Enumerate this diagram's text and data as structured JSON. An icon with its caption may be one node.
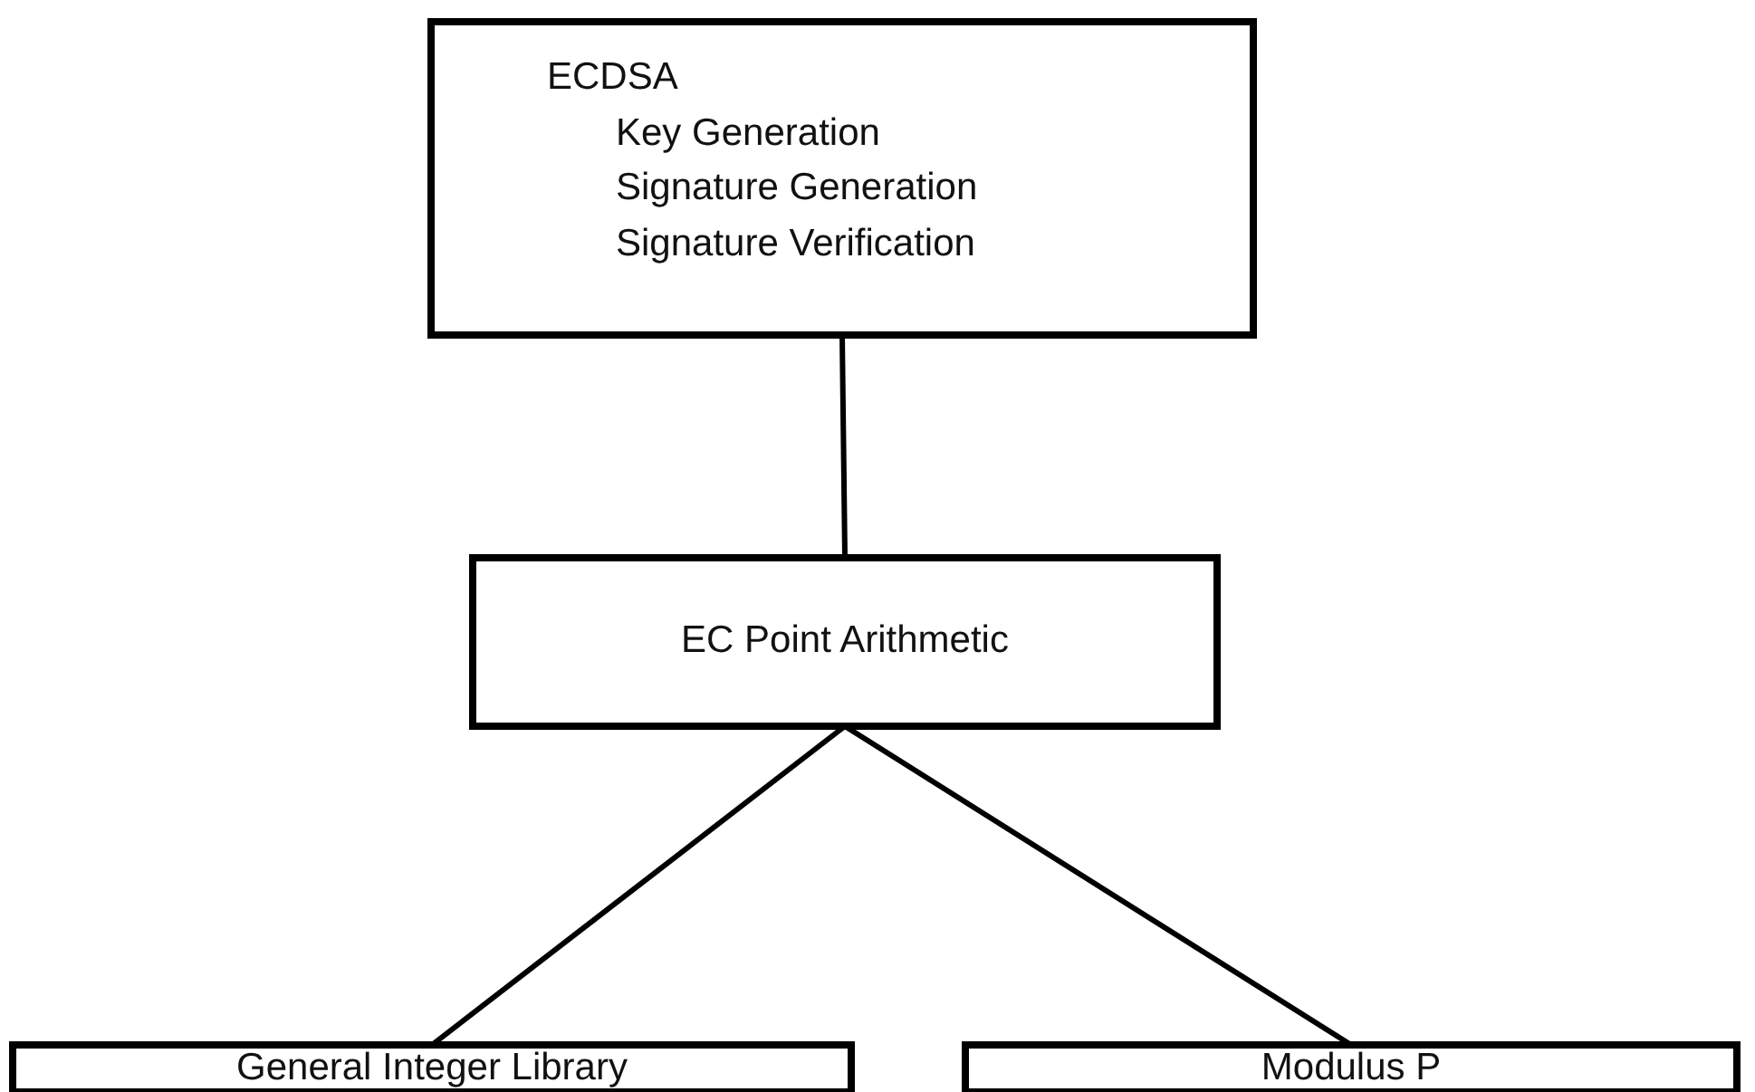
{
  "diagram": {
    "nodes": [
      {
        "text": [
          "ECDSA",
          "Key Generation",
          "Signature Generation",
          "Signature Verification"
        ]
      },
      {
        "text": [
          "EC Point Arithmetic"
        ]
      },
      {
        "text": [
          "General Integer Library"
        ]
      },
      {
        "text": [
          "Modulus P"
        ]
      }
    ],
    "edges": [
      {
        "from": 0,
        "to": 1,
        "arrow": "none"
      },
      {
        "from": 1,
        "to": 2,
        "arrow": "none"
      },
      {
        "from": 1,
        "to": 3,
        "arrow": "none"
      }
    ]
  }
}
